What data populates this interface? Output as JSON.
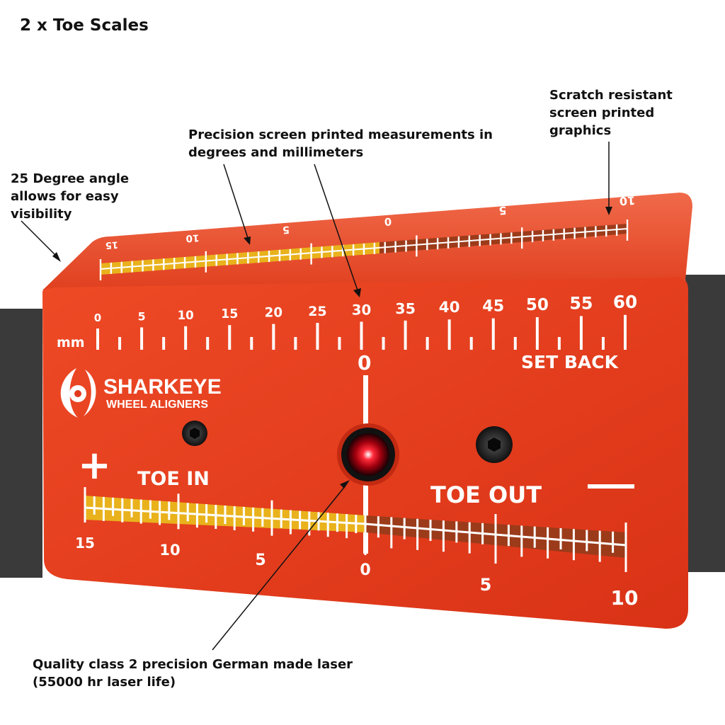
{
  "title": "2 x Toe Scales",
  "callouts": {
    "angle": "25 Degree angle allows for easy visibility",
    "precision": "Precision screen printed measurements in degrees and millimeters",
    "scratch": "Scratch resistant screen printed graphics",
    "laser": "Quality class 2 precision German made laser (55000 hr laser life)"
  },
  "device": {
    "mm_unit": "mm",
    "mm_scale": [
      "0",
      "5",
      "10",
      "15",
      "20",
      "25",
      "30",
      "35",
      "40",
      "45",
      "50",
      "55",
      "60"
    ],
    "set_back_label": "SET BACK",
    "center_zero": "0",
    "brand_name": "SHARKEYE",
    "brand_sub": "WHEEL ALIGNERS",
    "plus_sign": "+",
    "minus_sign": "—",
    "toe_in_label": "TOE IN",
    "toe_out_label": "TOE OUT",
    "toe_in_scale": [
      "15",
      "10",
      "5"
    ],
    "toe_zero": "0",
    "toe_out_scale": [
      "5",
      "10"
    ],
    "top_scale": [
      "15",
      "10",
      "5",
      "0",
      "5",
      "10"
    ]
  },
  "colors": {
    "red_plate": "#e2381c",
    "yellow_scale": "#e9b21c",
    "brown_scale": "#9c3b1a",
    "strap": "#3a3a3a",
    "laser_red": "#ff1a2a"
  }
}
